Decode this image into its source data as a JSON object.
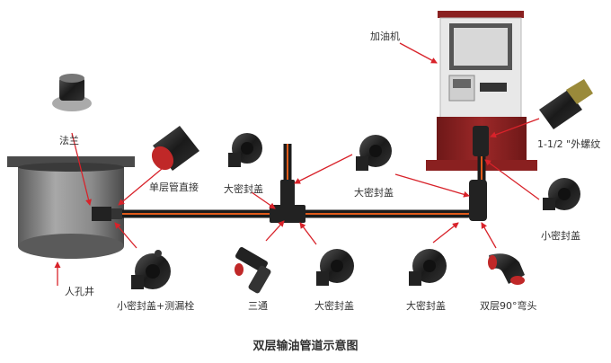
{
  "labels": {
    "dispenser": "加油机",
    "flange": "法兰",
    "single_pipe_coupler": "单层管直接",
    "large_cap_top": "大密封盖",
    "large_cap_mid": "大密封盖",
    "thread_adapter": "1-1/2 \"外螺纹",
    "small_cap_right": "小密封盖",
    "manhole": "人孔井",
    "small_cap_leak_plug": "小密封盖+测漏栓",
    "tee": "三通",
    "large_cap_bottom_1": "大密封盖",
    "large_cap_bottom_2": "大密封盖",
    "double_elbow_90": "双层90°弯头"
  },
  "caption": "双层输油管道示意图",
  "colors": {
    "pipe": "#1c1c1c",
    "pipe_stripe": "#e05a1a",
    "arrow": "#d8222a",
    "dispenser_body": "#8a2020",
    "tank": "#7a7a7a"
  }
}
